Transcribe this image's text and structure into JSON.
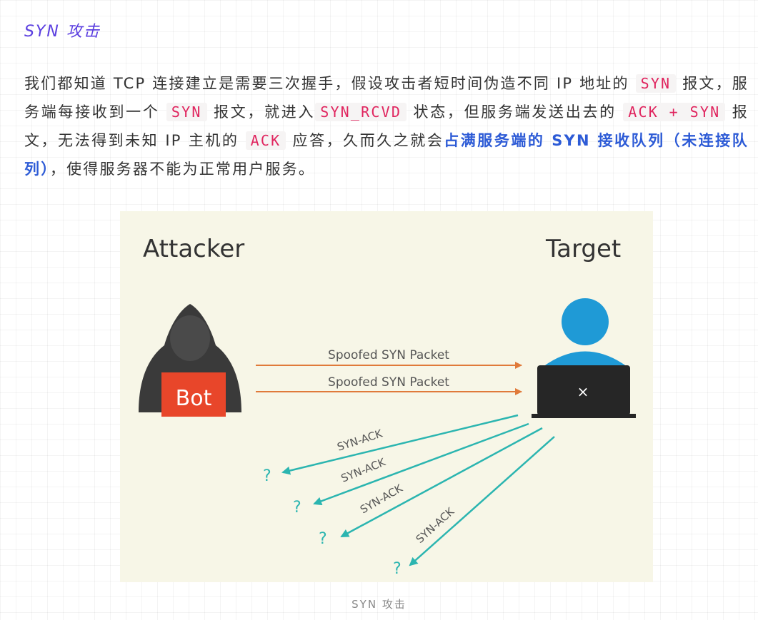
{
  "heading": "SYN 攻击",
  "paragraph": {
    "t1": "我们都知道 TCP 连接建立是需要三次握手，假设攻击者短时间伪造不同 IP 地址的",
    "c1": "SYN",
    "t2": "报文，服务端每接收到一个",
    "c2": "SYN",
    "t3": "报文，就进入",
    "c3": "SYN_RCVD",
    "t4": "状态，但服务端发送出去的",
    "c4": "ACK + SYN",
    "t5": "报文，无法得到未知 IP 主机的",
    "c5": "ACK",
    "t6": "应答，久而久之就会",
    "emphasis": "占满服务端的 SYN 接收队列（未连接队列）",
    "t7": "，使得服务器不能为正常用户服务。"
  },
  "figure": {
    "attacker_label": "Attacker",
    "target_label": "Target",
    "bot_label": "Bot",
    "packet_label_1": "Spoofed SYN Packet",
    "packet_label_2": "Spoofed SYN Packet",
    "synack_labels": [
      "SYN-ACK",
      "SYN-ACK",
      "SYN-ACK",
      "SYN-ACK"
    ],
    "unknown_marks": [
      "?",
      "?",
      "?",
      "?"
    ],
    "screen_mark": "×",
    "colors": {
      "background": "#f7f6e7",
      "attacker": "#3a3a3a",
      "bot_box": "#e8462a",
      "target_person": "#1f9ad6",
      "laptop": "#262626",
      "syn_arrow": "#e07a3a",
      "synack_arrow": "#2bb5b0"
    }
  },
  "caption": "SYN 攻击"
}
